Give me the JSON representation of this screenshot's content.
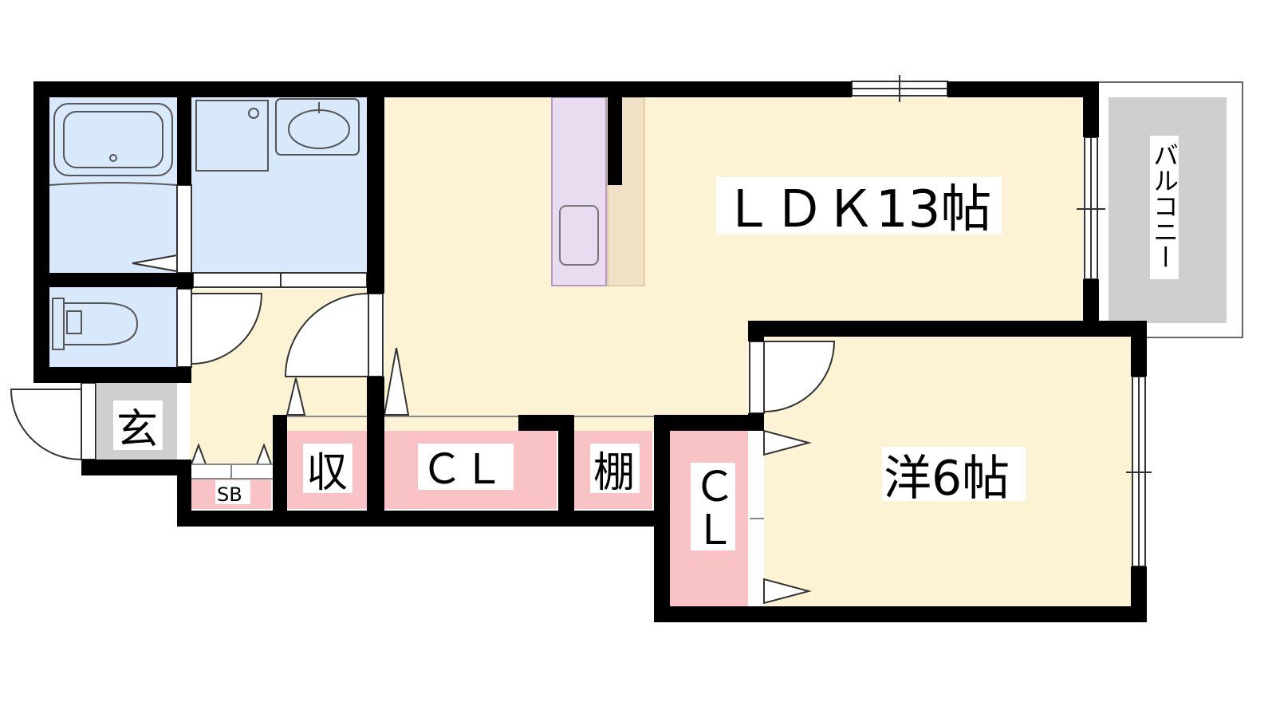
{
  "rooms": {
    "ldk": "ＬＤＫ13帖",
    "western": "洋6帖",
    "balcony": "バルコニー",
    "entrance": "玄",
    "storage": "収",
    "closet_main": "ＣＬ",
    "shelf": "棚",
    "closet_bedroom_1": "Ｃ",
    "closet_bedroom_2": "Ｌ",
    "shoe_box": "SB"
  },
  "colors": {
    "wall": "#000000",
    "living": "#fbf3d4",
    "wet_area": "#d8e9fb",
    "storage": "#f9c3c6",
    "kitchen_counter": "#e9dbf0",
    "kitchen_side": "#f0e0c6",
    "entrance_floor": "#cfcfcf",
    "balcony": "#cfcfcf"
  }
}
